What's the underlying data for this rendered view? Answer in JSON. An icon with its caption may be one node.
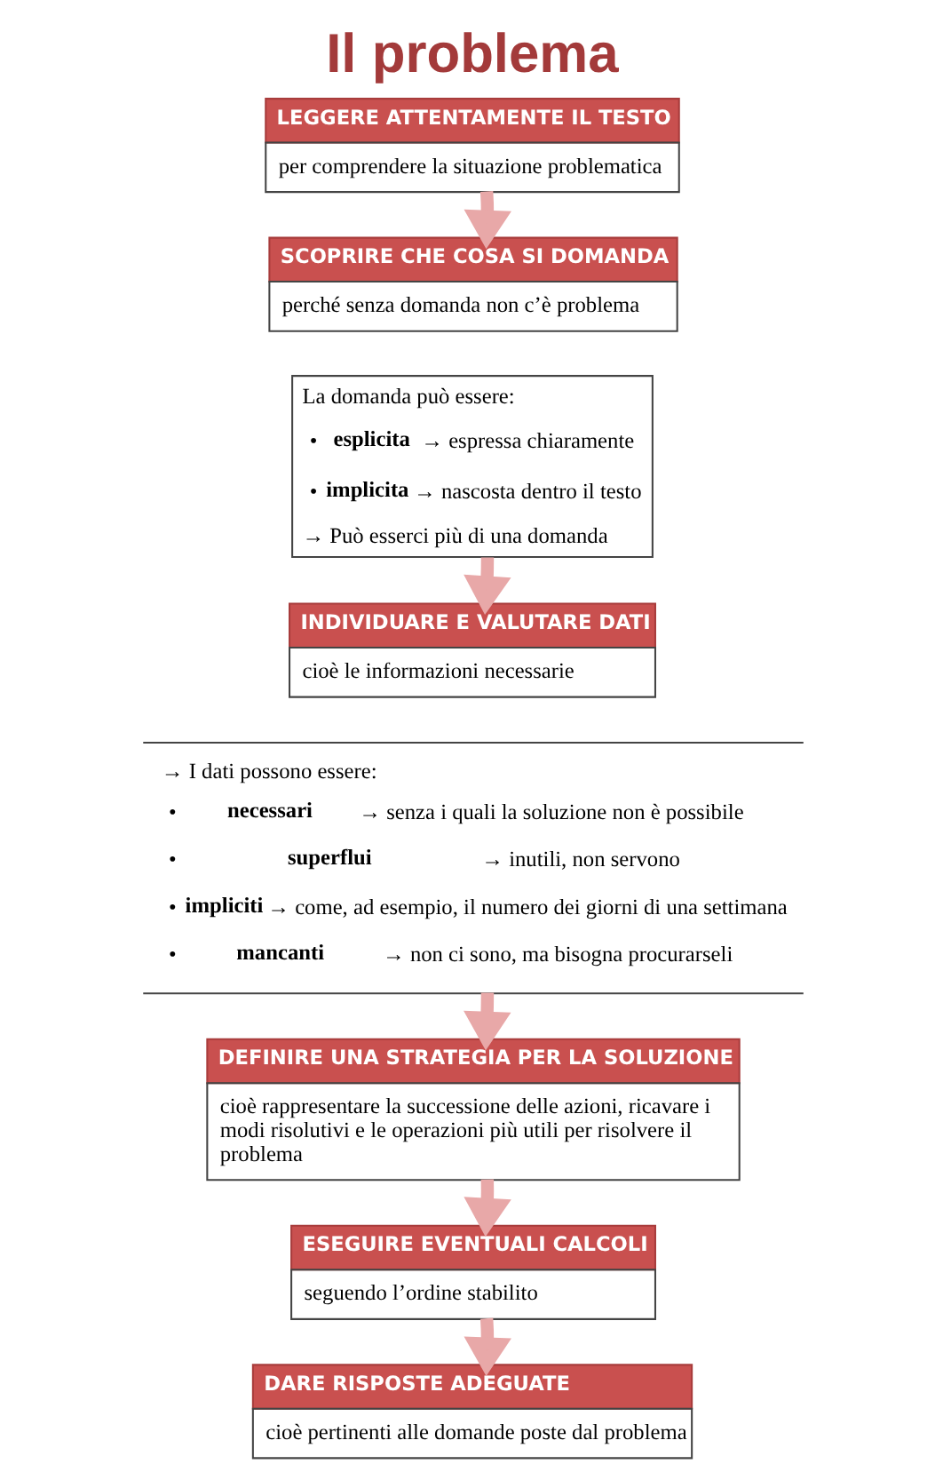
{
  "diagram": {
    "title": "Il problema",
    "nodes": [
      {
        "text": [
          "LEGGERE ATTENTAMENTE IL TESTO",
          "per comprendere la situazione problematica"
        ]
      },
      {
        "text": [
          "SCOPRIRE CHE COSA SI DOMANDA",
          "perché senza domanda non c’è problema"
        ]
      },
      {
        "text": [
          "La domanda può essere:",
          "• **esplicita** → espressa chiaramente",
          "• **implicita** → nascosta dentro il testo",
          "→ Può esserci più di una domanda"
        ]
      },
      {
        "text": [
          "INDIVIDUARE E VALUTARE DATI",
          "cioè le informazioni necessarie"
        ]
      },
      {
        "text": [
          "→ I dati possono essere:",
          "• **necessari** → senza i quali la soluzione non è possibile",
          "• **superflui** → inutili, non servono",
          "• **impliciti** → come, ad esempio, il numero dei giorni di una settimana",
          "• **mancanti** → non ci sono, ma bisogna procurarseli"
        ]
      },
      {
        "text": [
          "DEFINIRE UNA STRATEGIA PER LA SOLUZIONE",
          "cioè rappresentare la successione delle azioni, ricavare i modi risolutivi e le operazioni più utili per risolvere il problema"
        ]
      },
      {
        "text": [
          "ESEGUIRE EVENTUALI CALCOLI",
          "seguendo l’ordine stabilito"
        ]
      },
      {
        "text": [
          "DARE RISPOSTE ADEGUATE",
          "cioè pertinenti alle domande poste dal problema"
        ]
      }
    ],
    "edges": [
      {
        "from": 0,
        "to": 1,
        "arrow": "to"
      },
      {
        "from": 2,
        "to": 3,
        "arrow": "to"
      },
      {
        "from": 4,
        "to": 5,
        "arrow": "to"
      },
      {
        "from": 5,
        "to": 6,
        "arrow": "to"
      },
      {
        "from": 6,
        "to": 7,
        "arrow": "to"
      }
    ]
  }
}
